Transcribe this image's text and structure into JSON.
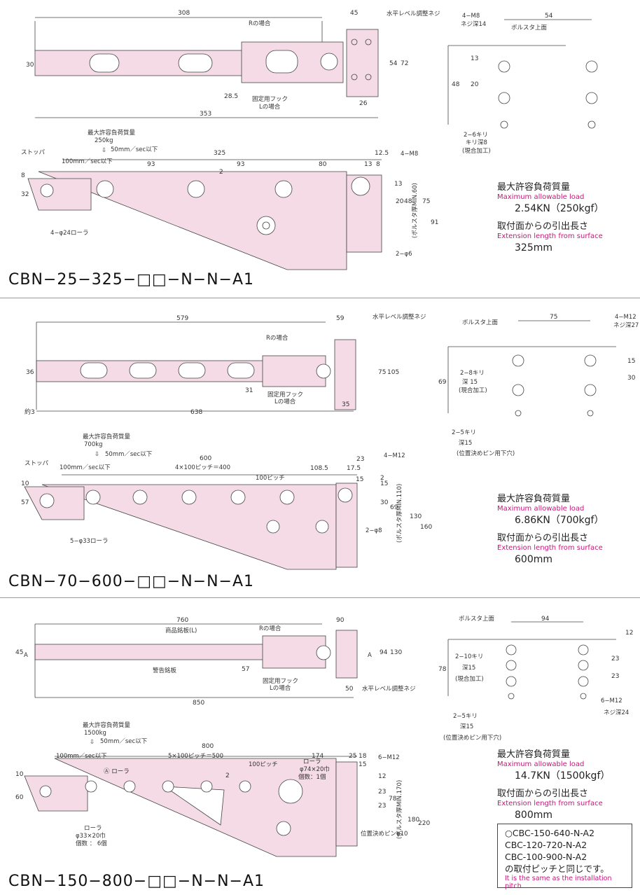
{
  "sections": [
    {
      "model": "CBN−25−325−□□−N−N−A1",
      "spec": {
        "max_load_jp": "最大許容負荷質量",
        "max_load_en": "Maximum allowable load",
        "max_load_value": "2.54KN（250kgf）",
        "extension_jp": "取付面からの引出長さ",
        "extension_en": "Extension length from surface",
        "extension_value": "325mm"
      },
      "top_labels": {
        "r_case": "Rの場合",
        "level_screw": "水平レベル調整ネジ",
        "fixing_hook": "固定用フック",
        "l_case": "Lの場合"
      },
      "top_dims": [
        "308",
        "45",
        "30",
        "54",
        "72",
        "28.5",
        "26",
        "353"
      ],
      "side_labels": {
        "max_load": "最大許容負荷質量",
        "max_load_val": "250kg",
        "speed": "50mm／sec以下",
        "stopper": "ストッパ",
        "speed2": "100mm／sec以下",
        "roller": "4−φ24ローラ",
        "tap": "4−M8",
        "pin": "2−φ6",
        "bolster": "(ボルスタ厚MIN.60)"
      },
      "side_dims": [
        "325",
        "12.5",
        "93",
        "93",
        "80",
        "13",
        "8",
        "2",
        "8",
        "32",
        "20",
        "13",
        "48",
        "75",
        "91"
      ],
      "hole_labels": {
        "tap": "4−M8",
        "depth": "ネジ深14",
        "bolster_top": "ボルスタ上面",
        "drill": "2−6キリ",
        "drill_depth": "キリ深8",
        "onsite": "(現合加工)"
      },
      "hole_dims": [
        "54",
        "13",
        "20",
        "48"
      ]
    },
    {
      "model": "CBN−70−600−□□−N−N−A1",
      "spec": {
        "max_load_jp": "最大許容負荷質量",
        "max_load_en": "Maximum allowable load",
        "max_load_value": "6.86KN（700kgf）",
        "extension_jp": "取付面からの引出長さ",
        "extension_en": "Extension length from surface",
        "extension_value": "600mm"
      },
      "top_labels": {
        "r_case": "Rの場合",
        "level_screw": "水平レベル調整ネジ",
        "fixing_hook": "固定用フック",
        "l_case": "Lの場合"
      },
      "top_dims": [
        "579",
        "59",
        "36",
        "75",
        "105",
        "31",
        "35",
        "約3",
        "638"
      ],
      "side_labels": {
        "max_load": "最大許容負荷質量",
        "max_load_val": "700kg",
        "speed": "50mm／sec以下",
        "stopper": "ストッパ",
        "speed2": "100mm／sec以下",
        "pitch": "4×100ピッチ＝400",
        "pitch100": "100ピッチ",
        "roller": "5−φ33ローラ",
        "tap": "4−M12",
        "pin": "2−φ8",
        "bolster": "(ボルスタ厚MIN.110)"
      },
      "side_dims": [
        "600",
        "23",
        "108.5",
        "17.5",
        "15",
        "10",
        "57",
        "15",
        "2",
        "30",
        "69",
        "130",
        "160"
      ],
      "hole_labels": {
        "bolster_top": "ボルスタ上面",
        "tap": "4−M12",
        "depth": "ネジ深27",
        "drill": "2−8キリ",
        "drill_depth": "深 15",
        "onsite": "(現合加工)",
        "drill2": "2−5キリ",
        "drill2_depth": "深15",
        "pin_hole": "(位置決めピン用下穴)"
      },
      "hole_dims": [
        "75",
        "15",
        "30",
        "69"
      ]
    },
    {
      "model": "CBN−150−800−□□−N−N−A1",
      "spec": {
        "max_load_jp": "最大許容負荷質量",
        "max_load_en": "Maximum allowable load",
        "max_load_value": "14.7KN（1500kgf）",
        "extension_jp": "取付面からの引出長さ",
        "extension_en": "Extension length from surface",
        "extension_value": "800mm"
      },
      "top_labels": {
        "nameplate": "商品銘板(L)",
        "warning": "警告銘板",
        "r_case": "Rの場合",
        "fixing_hook": "固定用フック",
        "l_case": "Lの場合",
        "level_screw": "水平レベル調整ネジ",
        "a": "A"
      },
      "top_dims": [
        "760",
        "90",
        "45",
        "94",
        "130",
        "57",
        "50",
        "850"
      ],
      "side_labels": {
        "max_load": "最大許容負荷質量",
        "max_load_val": "1500kg",
        "speed": "50mm／sec以下",
        "speed2": "100mm／sec以下",
        "pitch": "5×100ピッチ＝500",
        "pitch100": "100ピッチ",
        "roller_a": "Ⓐ ローラ",
        "roller_big": "ローラ",
        "roller_big_size": "φ74×20巾",
        "roller_big_qty": "個数：1個",
        "roller_small": "ローラ",
        "roller_small_size": "φ33×20巾",
        "roller_small_qty": "個数 ： 6個",
        "tap": "6−M12",
        "pin": "位置決めピンφ10",
        "bolster": "(ボルスタ厚MIN.170)"
      },
      "side_dims": [
        "800",
        "174",
        "25",
        "18",
        "15",
        "10",
        "60",
        "2",
        "12",
        "23",
        "23",
        "78",
        "180",
        "220"
      ],
      "hole_labels": {
        "bolster_top": "ボルスタ上面",
        "drill": "2−10キリ",
        "drill_depth": "深15",
        "onsite": "(現合加工)",
        "drill2": "2−5キリ",
        "drill2_depth": "深15",
        "pin_hole": "(位置決めピン用下穴)",
        "tap": "6−M12",
        "depth": "ネジ深24"
      },
      "hole_dims": [
        "94",
        "12",
        "23",
        "23",
        "78"
      ]
    }
  ],
  "note": {
    "lines": [
      "○CBC-150-640-N-A2",
      "CBC-120-720-N-A2",
      "CBC-100-900-N-A2",
      "の取付ピッチと同じです。"
    ],
    "en": "It is the same as the installation pitch."
  },
  "colors": {
    "body_fill": "#f4dbe6",
    "line": "#444444",
    "accent": "#c8157a",
    "divider": "#d37aa8"
  }
}
